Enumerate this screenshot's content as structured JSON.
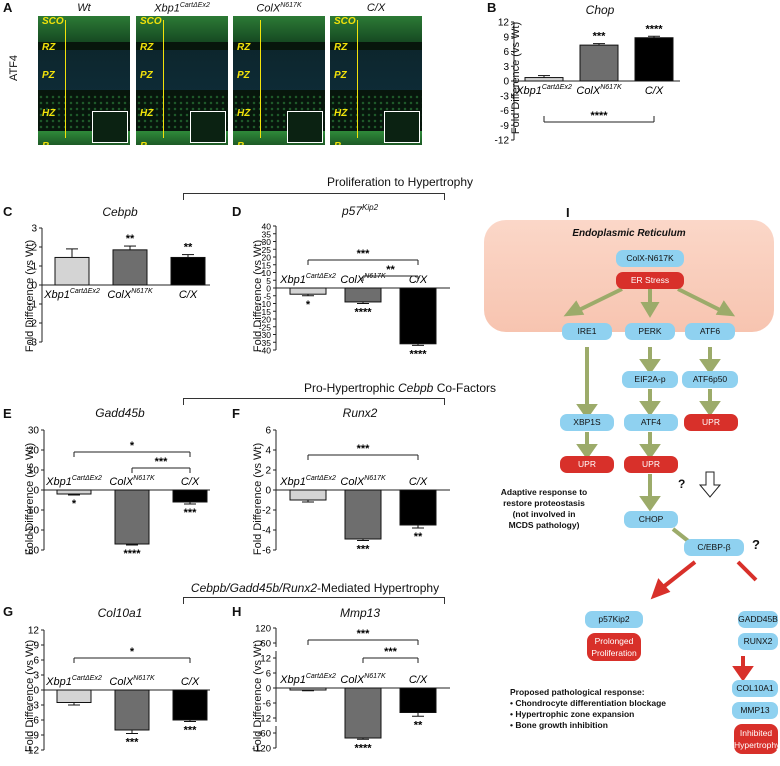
{
  "panel_a": {
    "label": "A",
    "side_label": "ATF4",
    "images": [
      {
        "title": "Wt",
        "zones": [
          "SCO",
          "RZ",
          "PZ",
          "HZ",
          "B"
        ]
      },
      {
        "title": "Xbp1",
        "title_sup": "CartΔEx2",
        "zones": [
          "SCO",
          "RZ",
          "PZ",
          "HZ",
          "B"
        ]
      },
      {
        "title": "ColX",
        "title_sup": "N617K",
        "zones": [
          "RZ",
          "PZ",
          "HZ",
          "B"
        ]
      },
      {
        "title": "C/X",
        "zones": [
          "SCO",
          "RZ",
          "PZ",
          "HZ",
          "B"
        ]
      }
    ]
  },
  "sections": {
    "prolif": "Proliferation to Hypertrophy",
    "cofactors_pre": "Pro-Hypertrophic ",
    "cofactors_it": "Cebpb",
    "cofactors_post": " Co-Factors",
    "mediated_it": "Cebpb/Gadd45b/Runx2",
    "mediated_post": "-Mediated Hypertrophy"
  },
  "chart_data": [
    {
      "panel": "B",
      "type": "bar",
      "title": "Chop",
      "ylabel": "Fold Difference (vs Wt)",
      "ylim": [
        -12,
        12
      ],
      "yticks": [
        -12,
        -9,
        -6,
        -3,
        0,
        3,
        6,
        9,
        12
      ],
      "categories": [
        "Xbp1",
        "ColX",
        "C/X"
      ],
      "category_sups": [
        "CartΔEx2",
        "N617K",
        ""
      ],
      "values": [
        0.7,
        7.3,
        8.8
      ],
      "errors": [
        0.4,
        0.3,
        0.3
      ],
      "colors": [
        "#d4d4d4",
        "#6e6e6e",
        "#000000"
      ],
      "stars": [
        "",
        "***",
        "****"
      ],
      "comparisons": [
        {
          "from": 0,
          "to": 2,
          "label": "****"
        }
      ]
    },
    {
      "panel": "C",
      "type": "bar",
      "title": "Cebpb",
      "ylabel": "Fold Difference (vs Wt)",
      "ylim": [
        -3,
        3
      ],
      "yticks": [
        -3,
        -2,
        -1,
        0,
        1,
        2,
        3
      ],
      "categories": [
        "Xbp1",
        "ColX",
        "C/X"
      ],
      "category_sups": [
        "CartΔEx2",
        "N617K",
        ""
      ],
      "values": [
        1.45,
        1.85,
        1.45
      ],
      "errors": [
        0.45,
        0.2,
        0.15
      ],
      "colors": [
        "#d4d4d4",
        "#6e6e6e",
        "#000000"
      ],
      "stars": [
        "",
        "**",
        "**"
      ],
      "comparisons": []
    },
    {
      "panel": "D",
      "type": "bar",
      "title": "p57",
      "title_sup": "Kip2",
      "ylabel": "Fold Difference (vs Wt)",
      "ylim": [
        -40,
        40
      ],
      "yticks": [
        -40,
        -35,
        -30,
        -25,
        -20,
        -15,
        -10,
        -5,
        0,
        5,
        10,
        15,
        20,
        25,
        30,
        35,
        40
      ],
      "categories": [
        "Xbp1",
        "ColX",
        "C/X"
      ],
      "category_sups": [
        "CartΔEx2",
        "N617K",
        ""
      ],
      "values": [
        -4,
        -9,
        -36
      ],
      "errors": [
        1,
        1,
        1
      ],
      "colors": [
        "#d4d4d4",
        "#6e6e6e",
        "#000000"
      ],
      "stars": [
        "*",
        "****",
        "****"
      ],
      "comparisons": [
        {
          "from": 0,
          "to": 2,
          "label": "***"
        },
        {
          "from": 1,
          "to": 2,
          "label": "**"
        }
      ]
    },
    {
      "panel": "E",
      "type": "bar",
      "title": "Gadd45b",
      "ylabel": "Fold Difference (vs Wt)",
      "ylim": [
        -30,
        30
      ],
      "yticks": [
        -30,
        -20,
        -10,
        0,
        10,
        20,
        30
      ],
      "categories": [
        "Xbp1",
        "ColX",
        "C/X"
      ],
      "category_sups": [
        "CartΔEx2",
        "N617K",
        ""
      ],
      "values": [
        -2,
        -27,
        -6
      ],
      "errors": [
        0.5,
        0.5,
        1
      ],
      "colors": [
        "#d4d4d4",
        "#6e6e6e",
        "#000000"
      ],
      "stars": [
        "*",
        "****",
        "***"
      ],
      "comparisons": [
        {
          "from": 0,
          "to": 2,
          "label": "*"
        },
        {
          "from": 1,
          "to": 2,
          "label": "***"
        }
      ]
    },
    {
      "panel": "F",
      "type": "bar",
      "title": "Runx2",
      "ylabel": "Fold Difference (vs Wt)",
      "ylim": [
        -6,
        6
      ],
      "yticks": [
        -6,
        -4,
        -2,
        0,
        2,
        4,
        6
      ],
      "categories": [
        "Xbp1",
        "ColX",
        "C/X"
      ],
      "category_sups": [
        "CartΔEx2",
        "N617K",
        ""
      ],
      "values": [
        -1,
        -4.9,
        -3.5
      ],
      "errors": [
        0.2,
        0.15,
        0.3
      ],
      "colors": [
        "#d4d4d4",
        "#6e6e6e",
        "#000000"
      ],
      "stars": [
        "",
        "***",
        "**"
      ],
      "comparisons": [
        {
          "from": 0,
          "to": 2,
          "label": "***"
        }
      ]
    },
    {
      "panel": "G",
      "type": "bar",
      "title": "Col10a1",
      "ylabel": "Fold Difference (vs Wt)",
      "ylim": [
        -12,
        12
      ],
      "yticks": [
        -12,
        -9,
        -6,
        -3,
        0,
        3,
        6,
        9,
        12
      ],
      "categories": [
        "Xbp1",
        "ColX",
        "C/X"
      ],
      "category_sups": [
        "CartΔEx2",
        "N617K",
        ""
      ],
      "values": [
        -2.5,
        -8,
        -6
      ],
      "errors": [
        0.5,
        0.7,
        0.3
      ],
      "colors": [
        "#d4d4d4",
        "#6e6e6e",
        "#000000"
      ],
      "stars": [
        "",
        "***",
        "***"
      ],
      "comparisons": [
        {
          "from": 0,
          "to": 2,
          "label": "*"
        }
      ]
    },
    {
      "panel": "H",
      "type": "bar",
      "title": "Mmp13",
      "ylabel": "Fold Difference (vs Wt)",
      "ylim": [
        -120,
        120
      ],
      "yticks": [
        -120,
        -60,
        -12,
        -6,
        0,
        6,
        12,
        60,
        120
      ],
      "axis_break": true,
      "categories": [
        "Xbp1",
        "ColX",
        "C/X"
      ],
      "category_sups": [
        "CartΔEx2",
        "N617K",
        ""
      ],
      "values": [
        -0.8,
        -80,
        -9.8
      ],
      "errors": [
        0.3,
        5,
        1.5
      ],
      "colors": [
        "#d4d4d4",
        "#6e6e6e",
        "#000000"
      ],
      "stars": [
        "",
        "****",
        "**"
      ],
      "comparisons": [
        {
          "from": 0,
          "to": 2,
          "label": "***"
        },
        {
          "from": 1,
          "to": 2,
          "label": "***"
        }
      ]
    }
  ],
  "panel_i": {
    "label": "I",
    "er_title": "Endoplasmic Reticulum",
    "nodes": {
      "colx": "ColX-N617K",
      "er_stress": "ER Stress",
      "ire1": "IRE1",
      "perk": "PERK",
      "atf6": "ATF6",
      "eif2a": "EIF2A-p",
      "atf6p50": "ATF6p50",
      "xbp1s": "XBP1S",
      "atf4": "ATF4",
      "upr": "UPR",
      "chop": "CHOP",
      "cebpb": "C/EBP-β",
      "p57": "p57Kip2",
      "prolonged": "Prolonged Proliferation",
      "gadd45b": "GADD45B",
      "runx2": "RUNX2",
      "col10a1": "COL10A1",
      "mmp13": "MMP13",
      "inhibited": "Inhibited Hypertrophy"
    },
    "question": "?",
    "adaptive": [
      "Adaptive response to",
      "restore proteostasis",
      "(not involved in",
      "MCDS pathology)"
    ],
    "proposed_title": "Proposed pathological response:",
    "proposed_items": [
      "Chondrocyte differentiation blockage",
      "Hypertrophic zone expansion",
      "Bone growth inhibition"
    ]
  }
}
